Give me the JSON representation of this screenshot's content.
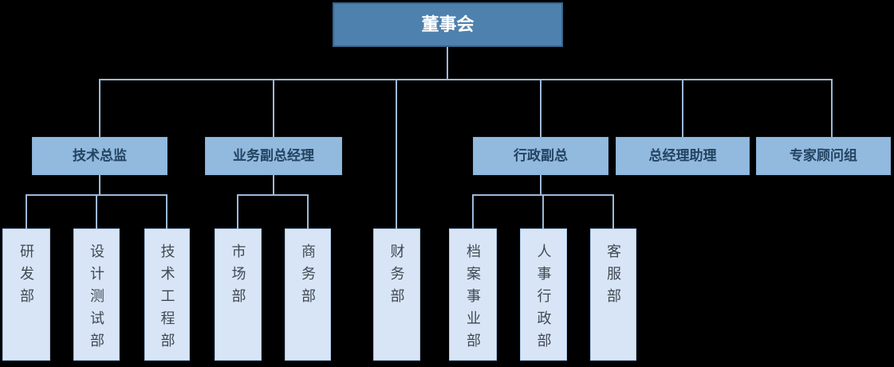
{
  "org": {
    "root": "董事会",
    "level2": [
      "技术总监",
      "业务副总经理",
      "行政副总",
      "总经理助理",
      "专家顾问组"
    ],
    "level3": [
      "研发部",
      "设计测试部",
      "技术工程部",
      "市场部",
      "商务部",
      "财务部",
      "档案事业部",
      "人事行政部",
      "客服部"
    ],
    "edges": [
      {
        "from": "董事会",
        "to": "技术总监"
      },
      {
        "from": "董事会",
        "to": "业务副总经理"
      },
      {
        "from": "董事会",
        "to": "财务部"
      },
      {
        "from": "董事会",
        "to": "行政副总"
      },
      {
        "from": "董事会",
        "to": "总经理助理"
      },
      {
        "from": "董事会",
        "to": "专家顾问组"
      },
      {
        "from": "技术总监",
        "to": "研发部"
      },
      {
        "from": "技术总监",
        "to": "设计测试部"
      },
      {
        "from": "技术总监",
        "to": "技术工程部"
      },
      {
        "from": "业务副总经理",
        "to": "市场部"
      },
      {
        "from": "业务副总经理",
        "to": "商务部"
      },
      {
        "from": "行政副总",
        "to": "档案事业部"
      },
      {
        "from": "行政副总",
        "to": "人事行政部"
      },
      {
        "from": "行政副总",
        "to": "客服部"
      }
    ],
    "colors": {
      "background": "#000000",
      "root_fill": "#4E81AE",
      "root_border": "#38678F",
      "root_text": "#FFFFFF",
      "level2_fill": "#92B9DE",
      "level2_text": "#234460",
      "level3_fill": "#D8E5F6",
      "level3_border": "#A6C7E7",
      "level3_text": "#404A54",
      "connector": "#9DB9D8"
    }
  }
}
